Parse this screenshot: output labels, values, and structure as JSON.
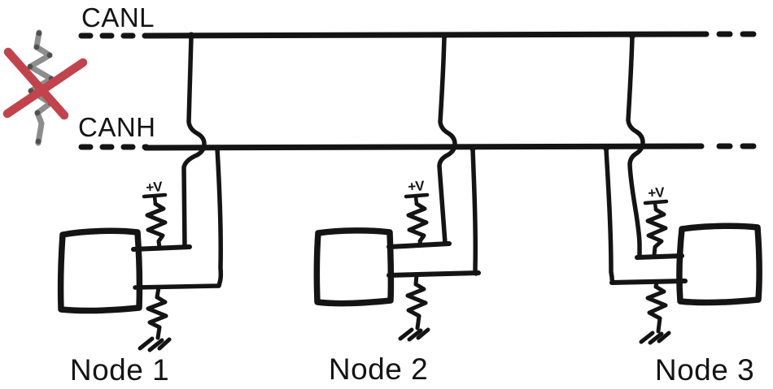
{
  "bus": {
    "canl_label": "CANL",
    "canh_label": "CANH"
  },
  "nodes": [
    {
      "label": "Node 1",
      "supply_label": "+V"
    },
    {
      "label": "Node 2",
      "supply_label": "+V"
    },
    {
      "label": "Node 3",
      "supply_label": "+V"
    }
  ],
  "icons": {
    "removed_terminator": "crossed-out-resistor-icon",
    "ground": "ground-icon",
    "supply": "supply-terminal-icon"
  },
  "colors": {
    "ink": "#141414",
    "crossout_red": "#c2434c",
    "faded_gray": "#8d8d8d",
    "faded_gray_dark": "#4f4f4f"
  }
}
